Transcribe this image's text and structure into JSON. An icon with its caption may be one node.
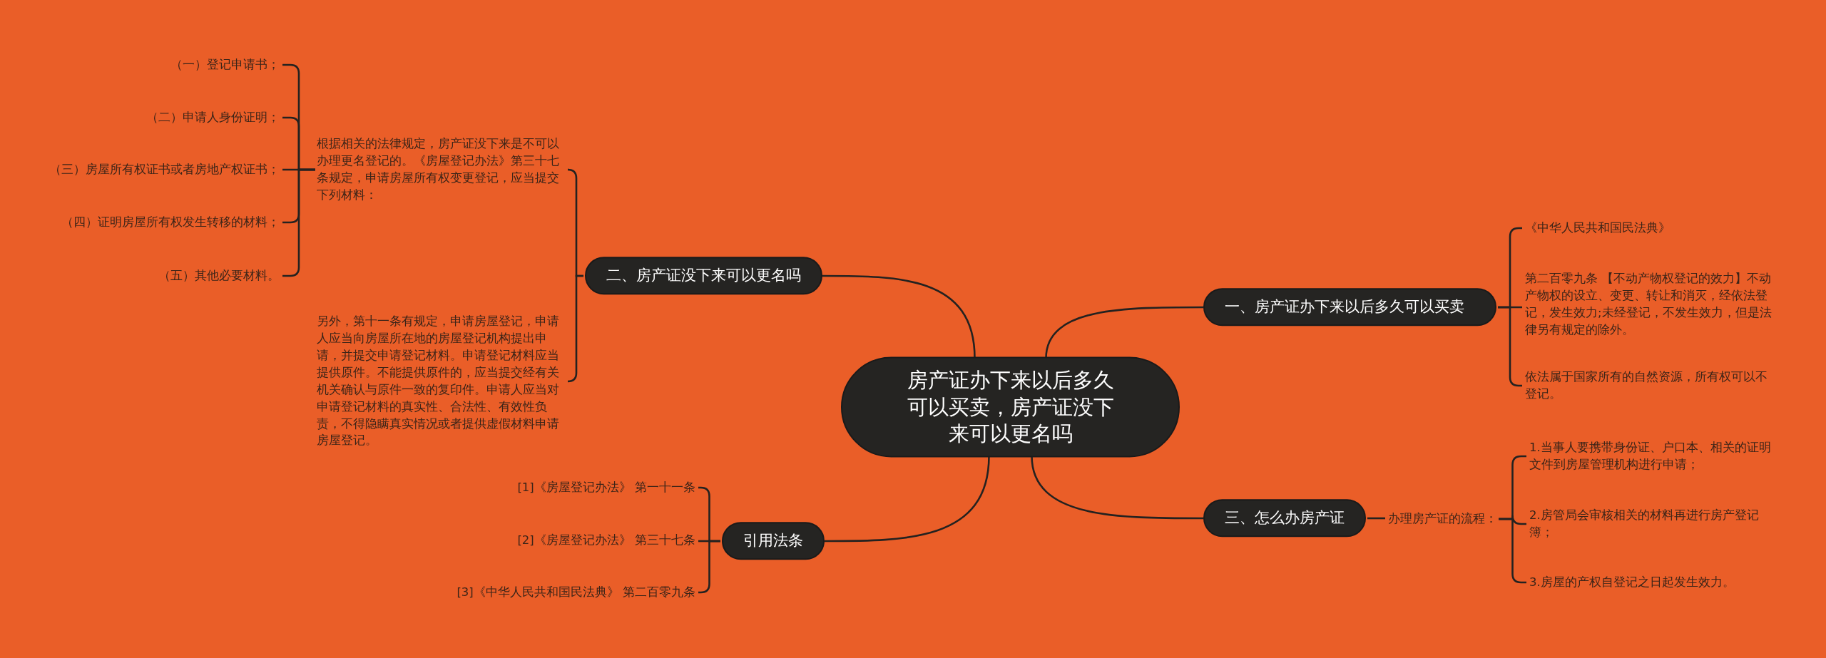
{
  "diagram": {
    "nodes": [
      {
        "text": [
          "房产证办下来以后多久可以买卖，房产证没下来可以更名吗"
        ]
      },
      {
        "text": [
          "一、房产证办下来以后多久可以买卖"
        ]
      },
      {
        "text": [
          "《中华人民共和国民法典》"
        ]
      },
      {
        "text": [
          "第二百零九条 【不动产物权登记的效力】不动产物权的设立、变更、转让和消灭，经依法登记，发生效力;未经登记，不发生效力，但是法律另有规定的除外。"
        ]
      },
      {
        "text": [
          "依法属于国家所有的自然资源，所有权可以不登记。"
        ]
      },
      {
        "text": [
          "二、房产证没下来可以更名吗"
        ]
      },
      {
        "text": [
          "根据相关的法律规定，房产证没下来是不可以办理更名登记的。《房屋登记办法》第三十七条规定，申请房屋所有权变更登记，应当提交下列材料："
        ]
      },
      {
        "text": [
          "（一）登记申请书；"
        ]
      },
      {
        "text": [
          "（二）申请人身份证明；"
        ]
      },
      {
        "text": [
          "（三）房屋所有权证书或者房地产权证书；"
        ]
      },
      {
        "text": [
          "（四）证明房屋所有权发生转移的材料；"
        ]
      },
      {
        "text": [
          "（五）其他必要材料。"
        ]
      },
      {
        "text": [
          "另外，第十一条有规定，申请房屋登记，申请人应当向房屋所在地的房屋登记机构提出申请，并提交申请登记材料。申请登记材料应当提供原件。不能提供原件的，应当提交经有关机关确认与原件一致的复印件。申请人应当对申请登记材料的真实性、合法性、有效性负责，不得隐瞒真实情况或者提供虚假材料申请房屋登记。"
        ]
      },
      {
        "text": [
          "三、怎么办房产证"
        ]
      },
      {
        "text": [
          "办理房产证的流程："
        ]
      },
      {
        "text": [
          "1.当事人要携带身份证、户口本、相关的证明文件到房屋管理机构进行申请；"
        ]
      },
      {
        "text": [
          "2.房管局会审核相关的材料再进行房产登记簿；"
        ]
      },
      {
        "text": [
          "3.房屋的产权自登记之日起发生效力。"
        ]
      },
      {
        "text": [
          "引用法条"
        ]
      },
      {
        "text": [
          "[1]《房屋登记办法》 第一十一条"
        ]
      },
      {
        "text": [
          "[2]《房屋登记办法》 第三十七条"
        ]
      },
      {
        "text": [
          "[3]《中华人民共和国民法典》 第二百零九条"
        ]
      }
    ],
    "edges": [
      {
        "from": 0,
        "to": 1,
        "arrow": "none"
      },
      {
        "from": 1,
        "to": 2,
        "arrow": "none"
      },
      {
        "from": 1,
        "to": 3,
        "arrow": "none"
      },
      {
        "from": 1,
        "to": 4,
        "arrow": "none"
      },
      {
        "from": 0,
        "to": 5,
        "arrow": "none"
      },
      {
        "from": 5,
        "to": 6,
        "arrow": "none"
      },
      {
        "from": 6,
        "to": 7,
        "arrow": "none"
      },
      {
        "from": 6,
        "to": 8,
        "arrow": "none"
      },
      {
        "from": 6,
        "to": 9,
        "arrow": "none"
      },
      {
        "from": 6,
        "to": 10,
        "arrow": "none"
      },
      {
        "from": 6,
        "to": 11,
        "arrow": "none"
      },
      {
        "from": 5,
        "to": 12,
        "arrow": "none"
      },
      {
        "from": 0,
        "to": 13,
        "arrow": "none"
      },
      {
        "from": 13,
        "to": 14,
        "arrow": "none"
      },
      {
        "from": 14,
        "to": 15,
        "arrow": "none"
      },
      {
        "from": 14,
        "to": 16,
        "arrow": "none"
      },
      {
        "from": 14,
        "to": 17,
        "arrow": "none"
      },
      {
        "from": 0,
        "to": 18,
        "arrow": "none"
      },
      {
        "from": 18,
        "to": 19,
        "arrow": "none"
      },
      {
        "from": 18,
        "to": 20,
        "arrow": "none"
      },
      {
        "from": 18,
        "to": 21,
        "arrow": "none"
      }
    ]
  }
}
